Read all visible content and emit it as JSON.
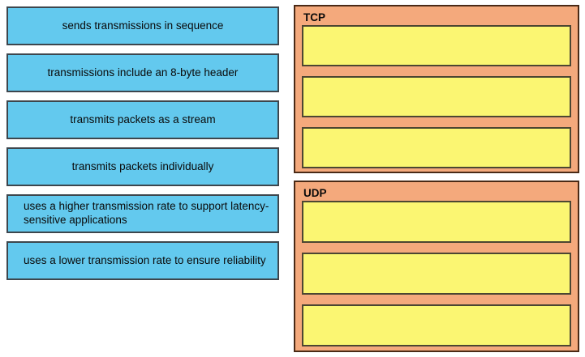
{
  "drag_items": [
    {
      "label": "sends transmissions in sequence"
    },
    {
      "label": "transmissions include an 8-byte header"
    },
    {
      "label": "transmits packets as a stream"
    },
    {
      "label": "transmits packets individually"
    },
    {
      "label": "uses a higher transmission rate to support latency-sensitive applications"
    },
    {
      "label": "uses a lower transmission rate to ensure reliability"
    }
  ],
  "drop_groups": [
    {
      "label": "TCP",
      "slots": [
        "",
        "",
        ""
      ]
    },
    {
      "label": "UDP",
      "slots": [
        "",
        "",
        ""
      ]
    }
  ],
  "colors": {
    "drag_item_fill": "#63C9EE",
    "drag_item_border": "#3d464d",
    "drop_group_fill": "#F4A97C",
    "drop_group_border": "#4a2a16",
    "drop_slot_fill": "#FBF672",
    "drop_slot_border": "#4c4632",
    "text": "#0a0a0a",
    "background": "#ffffff"
  }
}
